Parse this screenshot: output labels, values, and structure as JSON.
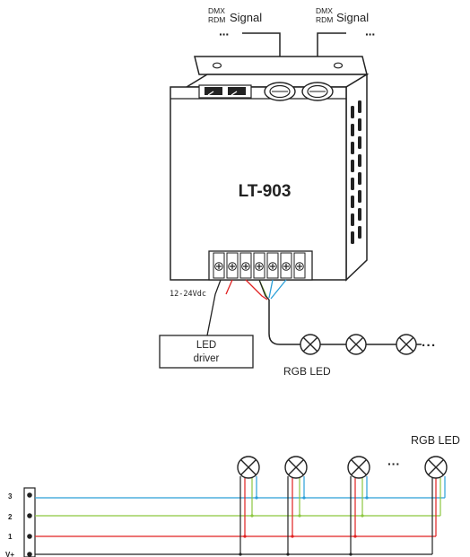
{
  "signal_left": {
    "dmx": "DMX",
    "rdm": "RDM",
    "signal": "Signal",
    "dots": "···"
  },
  "signal_right": {
    "dmx": "DMX",
    "rdm": "RDM",
    "signal": "Signal",
    "dots": "···"
  },
  "device": {
    "model": "LT-903"
  },
  "power": {
    "voltage": "12-24Vdc"
  },
  "driver": {
    "line1": "LED",
    "line2": "driver"
  },
  "led_chain": {
    "label": "RGB LED",
    "dots": "···"
  },
  "bottom_diagram": {
    "label": "RGB LED",
    "dots": "···",
    "terminals": [
      "3",
      "2",
      "1",
      "V+"
    ]
  },
  "colors": {
    "line": "#222222",
    "red_wire": "#e02020",
    "green_wire": "#8cc63f",
    "blue_wire": "#2a9fd8"
  }
}
